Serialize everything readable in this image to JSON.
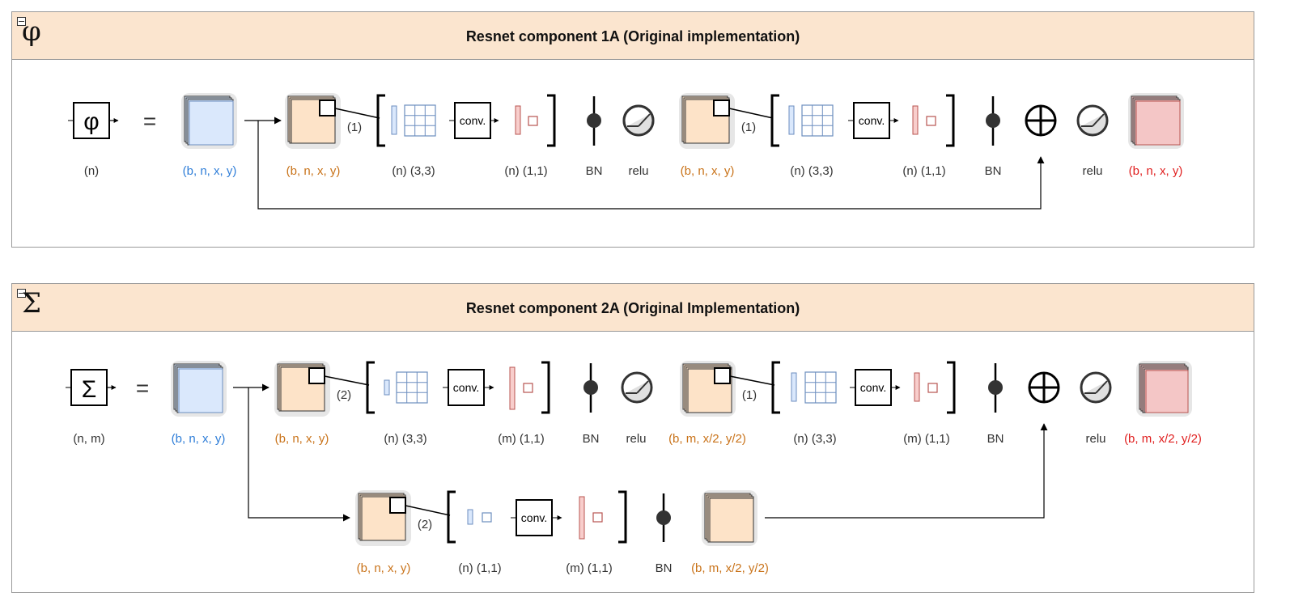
{
  "panel1": {
    "title": "Resnet component 1A (Original implementation)",
    "symbol": "φ",
    "block_glyph": "φ",
    "equals": "=",
    "conv_text": "conv.",
    "labels": {
      "block_params": "(n)",
      "input_shape": "(b, n, x, y)",
      "conv1_input": "(b, n, x, y)",
      "conv1_stride": "(1)",
      "conv1_kernel": "(n) (3,3)",
      "conv1_output": "(n) (1,1)",
      "bn1": "BN",
      "relu1": "relu",
      "conv2_input": "(b, n, x, y)",
      "conv2_stride": "(1)",
      "conv2_kernel": "(n) (3,3)",
      "conv2_output": "(n) (1,1)",
      "bn2": "BN",
      "relu2": "relu",
      "output_shape": "(b, n, x, y)"
    }
  },
  "panel2": {
    "title": "Resnet component 2A (Original Implementation)",
    "symbol": "Σ",
    "block_glyph": "Σ",
    "equals": "=",
    "conv_text": "conv.",
    "labels": {
      "block_params": "(n, m)",
      "input_shape": "(b, n, x, y)",
      "conv1_input": "(b, n, x, y)",
      "conv1_stride": "(2)",
      "conv1_kernel": "(n) (3,3)",
      "conv1_output": "(m) (1,1)",
      "bn1": "BN",
      "relu1": "relu",
      "conv2_input": "(b, m, x/2, y/2)",
      "conv2_stride": "(1)",
      "conv2_kernel": "(n) (3,3)",
      "conv2_output": "(m) (1,1)",
      "bn2": "BN",
      "relu2": "relu",
      "output_shape": "(b, m, x/2, y/2)",
      "shortcut_input": "(b, n, x, y)",
      "shortcut_stride": "(2)",
      "shortcut_kernel": "(n) (1,1)",
      "shortcut_output": "(m) (1,1)",
      "shortcut_bn": "BN",
      "shortcut_result": "(b, m, x/2, y/2)"
    }
  },
  "colors": {
    "header_bg": "#fbe5cf",
    "input_blue": "#2f7ed8",
    "orange": "#c9731a",
    "red": "#e02020",
    "blue_fill": "#dae8fc",
    "orange_fill": "#fde3c8",
    "pink_fill": "#f4c6c6"
  }
}
